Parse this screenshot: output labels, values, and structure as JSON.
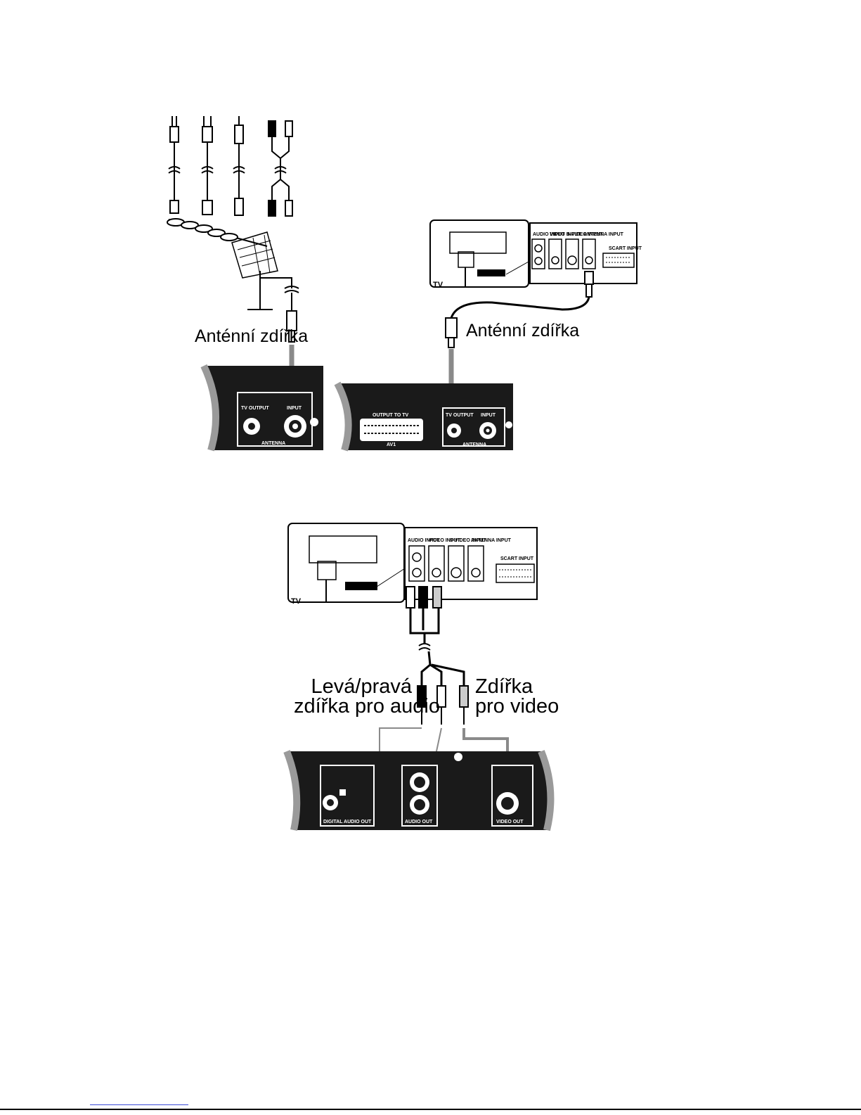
{
  "labels": {
    "antenna_jack_left": "Anténní zdířka",
    "antenna_jack_right": "Anténní zdířka",
    "audio_jack_line1": "Levá/pravá",
    "audio_jack_line2": "zdířka pro audio",
    "video_jack_line1": "Zdířka",
    "video_jack_line2": "pro video"
  },
  "tv": {
    "tag": "TV",
    "ports": {
      "audio_input": "AUDIO INPUT",
      "video_input": "VIDEO INPUT",
      "svideo_input": "S-VIDEO INPUT",
      "antenna_input": "ANTENNA INPUT",
      "scart_input": "SCART INPUT"
    }
  },
  "device_panels": {
    "panel_a": {
      "tv_output": "TV OUTPUT",
      "input": "INPUT",
      "group": "ANTENNA"
    },
    "panel_b": {
      "scart_label": "OUTPUT TO TV",
      "av_label": "AV1",
      "tv_output": "TV OUTPUT",
      "input": "INPUT",
      "group": "ANTENNA"
    },
    "panel_c": {
      "coax_label": "DIGITAL AUDIO OUT",
      "audio_group": "AUDIO OUT",
      "video_group": "VIDEO OUT"
    }
  },
  "colors": {
    "panel": "#1a1a1a",
    "ink": "#000000",
    "arrow": "#8a8a8a",
    "edge": "#9a9a9a"
  }
}
